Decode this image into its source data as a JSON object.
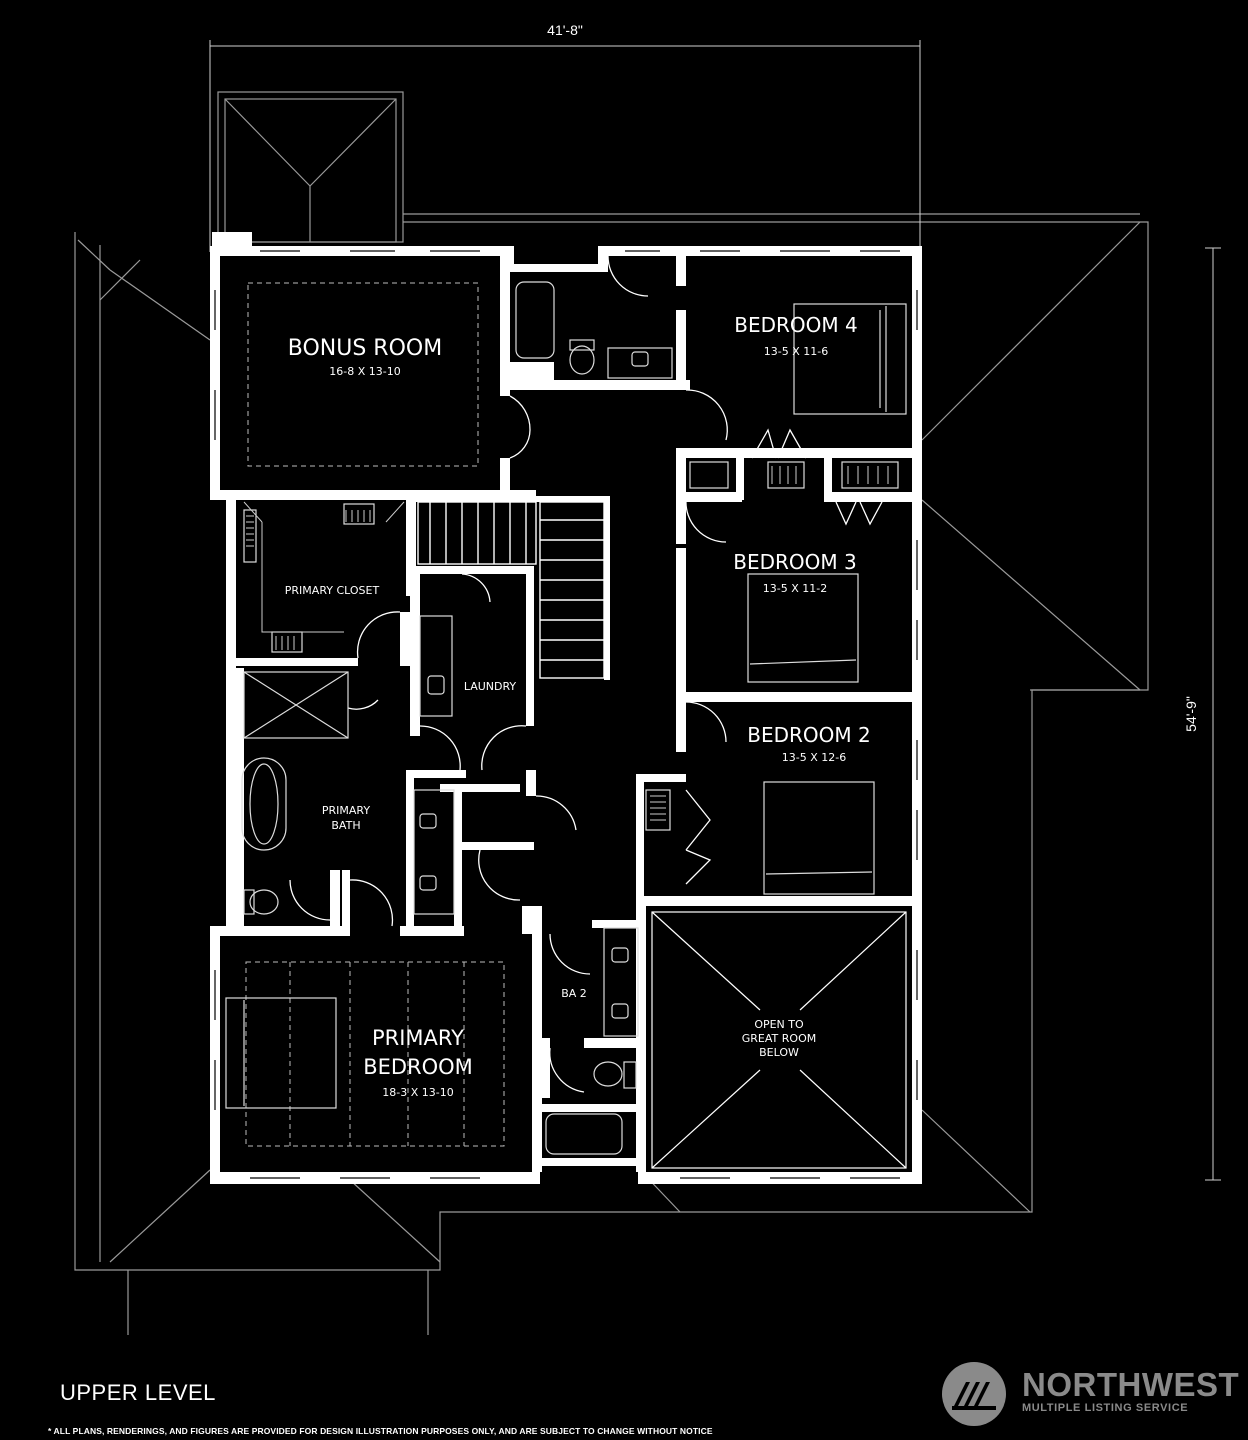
{
  "plan": {
    "width_dimension": "41'-8\"",
    "depth_dimension": "54'-9\"",
    "level_label": "UPPER LEVEL",
    "disclaimer": "* ALL PLANS, RENDERINGS, AND FIGURES ARE PROVIDED FOR DESIGN ILLUSTRATION PURPOSES ONLY, AND ARE SUBJECT TO CHANGE WITHOUT NOTICE"
  },
  "rooms": {
    "bonus": {
      "name": "BONUS ROOM",
      "size": "16-8 X 13-10"
    },
    "bedroom4": {
      "name": "BEDROOM 4",
      "size": "13-5 X 11-6"
    },
    "bedroom3": {
      "name": "BEDROOM 3",
      "size": "13-5 X 11-2"
    },
    "bedroom2": {
      "name": "BEDROOM 2",
      "size": "13-5 X 12-6"
    },
    "primary_closet": {
      "name": "PRIMARY CLOSET"
    },
    "laundry": {
      "name": "LAUNDRY"
    },
    "primary_bath": {
      "line1": "PRIMARY",
      "line2": "BATH"
    },
    "ba2": {
      "name": "BA 2"
    },
    "primary_bedroom": {
      "line1": "PRIMARY",
      "line2": "BEDROOM",
      "size": "18-3 X 13-10"
    },
    "open_to": {
      "line1": "OPEN TO",
      "line2": "GREAT ROOM",
      "line3": "BELOW"
    }
  },
  "brand": {
    "name": "NORTHWEST",
    "subtitle": "MULTIPLE LISTING SERVICE",
    "logo_icon": "nwmls-logo-icon"
  },
  "colors": {
    "background": "#000000",
    "walls": "#ffffff",
    "brand_gray": "#8a8a8a"
  }
}
